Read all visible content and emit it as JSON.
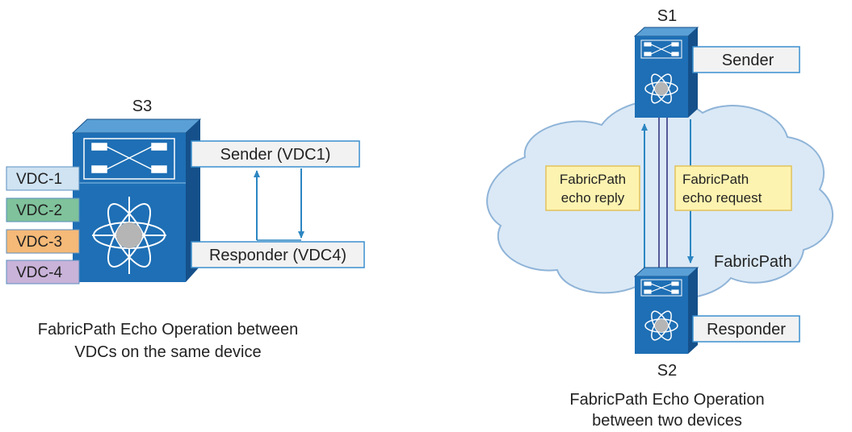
{
  "left": {
    "switch_label": "S3",
    "vdcs": [
      {
        "label": "VDC-1",
        "color": "#cfe3f2"
      },
      {
        "label": "VDC-2",
        "color": "#7fc29b"
      },
      {
        "label": "VDC-3",
        "color": "#f5b978"
      },
      {
        "label": "VDC-4",
        "color": "#c9b3d9"
      }
    ],
    "sender": "Sender (VDC1)",
    "responder": "Responder (VDC4)",
    "caption_line1": "FabricPath Echo Operation between",
    "caption_line2": "VDCs  on the same device"
  },
  "right": {
    "top_switch_label": "S1",
    "bottom_switch_label": "S2",
    "sender": "Sender",
    "responder": "Responder",
    "reply_line1": "FabricPath",
    "reply_line2": "echo reply",
    "request_line1": "FabricPath",
    "request_line2": "echo request",
    "cloud_label": "FabricPath",
    "caption_line1": "FabricPath Echo Operation",
    "caption_line2": "between two devices"
  },
  "colors": {
    "switch_front": "#1e6fb5",
    "switch_top": "#5aa0d6",
    "switch_side": "#15508a",
    "arrow": "#2c86c2",
    "link": "#2a2a7a",
    "note_fill": "#fdf3b0",
    "note_stroke": "#e2c35a",
    "label_fill": "#f2f2f2",
    "label_stroke": "#3b8fcf",
    "cloud_fill": "#dbe9f6",
    "cloud_stroke": "#8fb4d8"
  }
}
